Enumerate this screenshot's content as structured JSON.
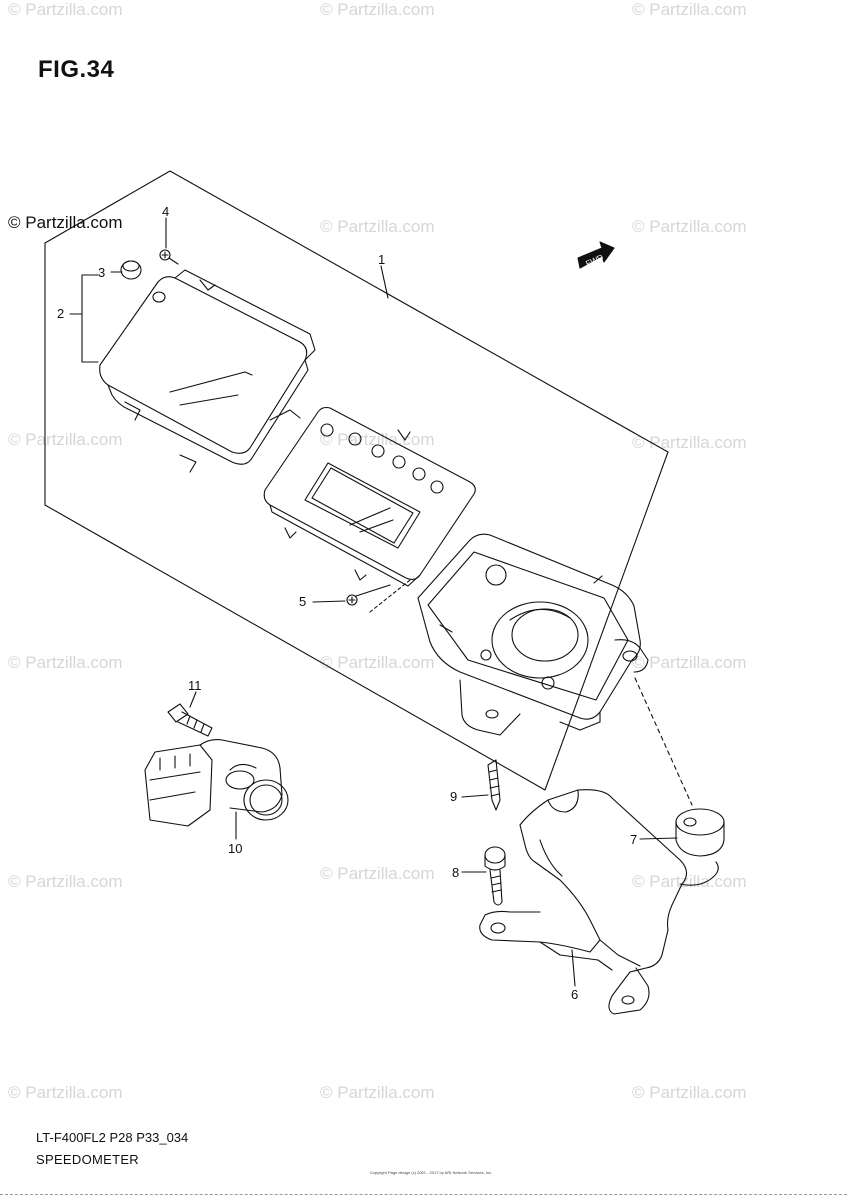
{
  "figure": {
    "title": "FIG.34"
  },
  "watermark": {
    "text": "© Partzilla.com",
    "text_dark": "© Partzilla.com"
  },
  "fwd_label": "FWD",
  "callouts": [
    "1",
    "2",
    "3",
    "4",
    "5",
    "6",
    "7",
    "8",
    "9",
    "10",
    "11"
  ],
  "footer": {
    "code": "LT-F400FL2 P28 P33_034",
    "name": "SPEEDOMETER",
    "copyright": "Copyright Page design (c) 2001 - 2017 by ARI Network Services, Inc."
  },
  "colors": {
    "line": "#111111",
    "watermark": "#d6d6d6",
    "background": "#ffffff"
  }
}
